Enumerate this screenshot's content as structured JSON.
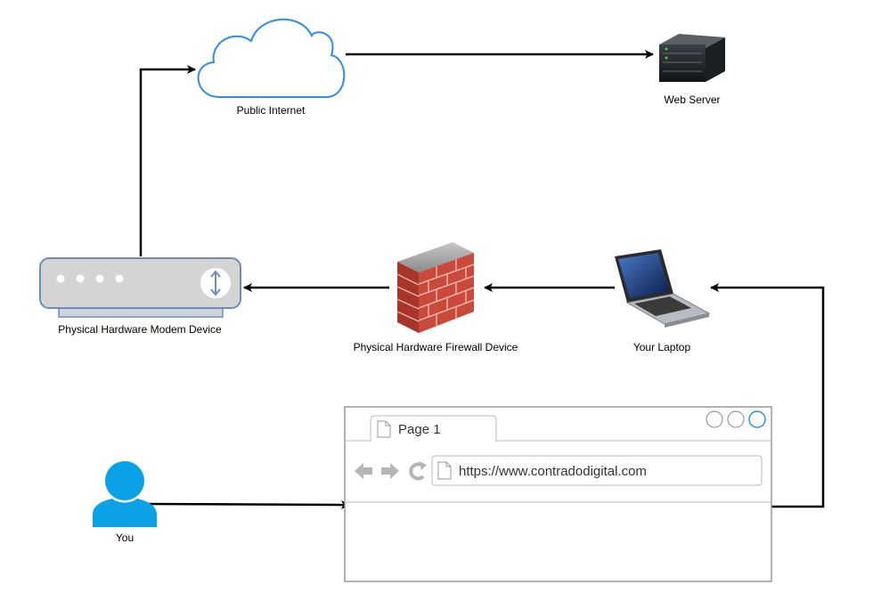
{
  "nodes": {
    "cloud": {
      "label": "Public Internet",
      "icon": "cloud-icon"
    },
    "server": {
      "label": "Web Server",
      "icon": "server-icon"
    },
    "modem": {
      "label": "Physical Hardware Modem Device",
      "icon": "modem-icon"
    },
    "firewall": {
      "label": "Physical Hardware Firewall Device",
      "icon": "firewall-icon"
    },
    "laptop": {
      "label": "Your Laptop",
      "icon": "laptop-icon"
    },
    "user": {
      "label": "You",
      "icon": "user-icon"
    }
  },
  "browser": {
    "tab_label": "Page 1",
    "url": "https://www.contradodigital.com"
  },
  "edges": [
    {
      "from": "user",
      "to": "browser"
    },
    {
      "from": "browser",
      "to": "laptop"
    },
    {
      "from": "laptop",
      "to": "firewall"
    },
    {
      "from": "firewall",
      "to": "modem"
    },
    {
      "from": "modem",
      "to": "cloud"
    },
    {
      "from": "cloud",
      "to": "server"
    }
  ],
  "colors": {
    "cloud_stroke": "#2f8de4",
    "user_fill": "#0aa1e6",
    "modem_fill": "#d4d4d4",
    "modem_stroke": "#6c8ebf",
    "brick": "#c94a3a",
    "browser_stroke": "#999999"
  }
}
